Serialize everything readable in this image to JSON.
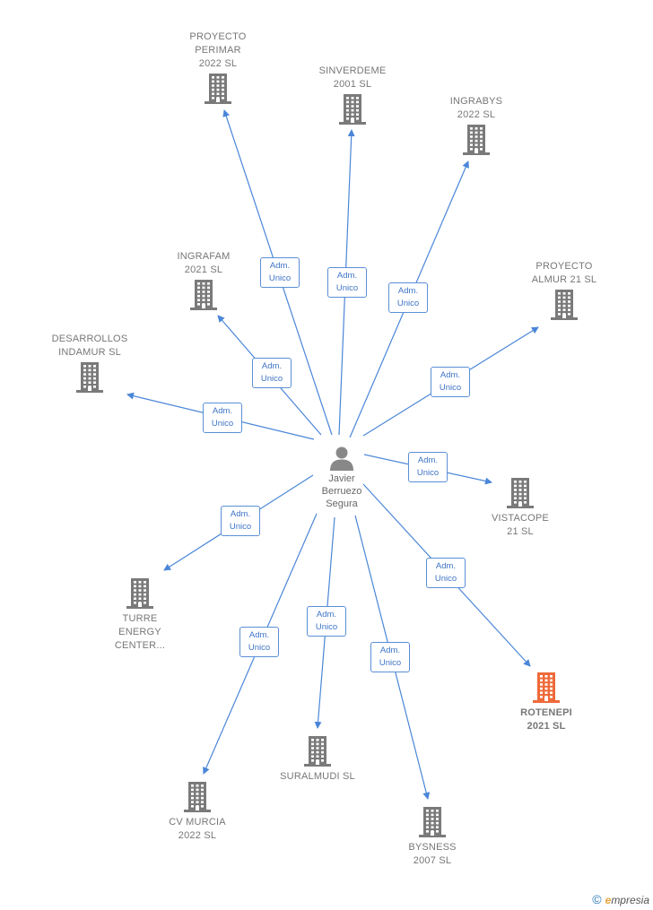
{
  "colors": {
    "edge": "#4a86d8",
    "building": "#7a7a7a",
    "building_highlight": "#ef6a3a",
    "person": "#888888",
    "label_border": "#5b8fd6"
  },
  "center": {
    "name": "Javier\nBerruezo\nSegura",
    "icon": "person-icon"
  },
  "edge_label": "Adm.\nUnico",
  "companies": [
    {
      "id": "proyecto-perimar",
      "name": "PROYECTO\nPERIMAR\n2022  SL",
      "highlight": false
    },
    {
      "id": "sinverdeme",
      "name": "SINVERDEME\n2001  SL",
      "highlight": false
    },
    {
      "id": "ingrabys",
      "name": "INGRABYS\n2022  SL",
      "highlight": false
    },
    {
      "id": "proyecto-almur",
      "name": "PROYECTO\nALMUR 21  SL",
      "highlight": false
    },
    {
      "id": "ingrafam",
      "name": "INGRAFAM\n2021  SL",
      "highlight": false
    },
    {
      "id": "desarrollos-indamur",
      "name": "DESARROLLOS\nINDAMUR  SL",
      "highlight": false
    },
    {
      "id": "vistacope",
      "name": "VISTACOPE\n21  SL",
      "highlight": false
    },
    {
      "id": "turre-energy",
      "name": "TURRE\nENERGY\nCENTER...",
      "highlight": false
    },
    {
      "id": "rotenepi",
      "name": "ROTENEPI\n2021  SL",
      "highlight": true
    },
    {
      "id": "suralmudi",
      "name": "SURALMUDI SL",
      "highlight": false
    },
    {
      "id": "cv-murcia",
      "name": "CV MURCIA\n2022  SL",
      "highlight": false
    },
    {
      "id": "bysness",
      "name": "BYSNESS\n2007  SL",
      "highlight": false
    }
  ],
  "brand": {
    "copyright": "©",
    "e": "e",
    "rest": "mpresia"
  }
}
